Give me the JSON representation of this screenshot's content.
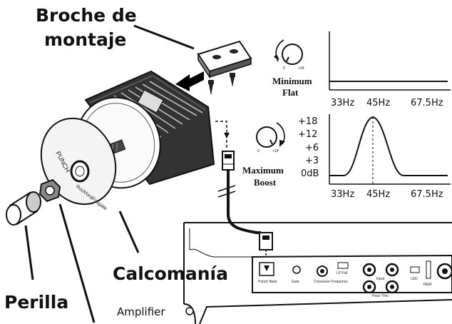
{
  "labels": {
    "bracket_line1": "Broche de",
    "bracket_line2": "montaje",
    "decal": "Calcomanía",
    "knob": "Perilla",
    "amplifier": "Amplifier"
  },
  "controls": {
    "minimum_line1": "Minimum",
    "minimum_line2": "Flat",
    "maximum_line1": "Maximum",
    "maximum_line2": "Boost"
  },
  "dial_ticks": {
    "zero": "0",
    "max": "+18"
  },
  "flat_graph": {
    "x_ticks": [
      "33Hz",
      "45Hz",
      "67.5Hz"
    ]
  },
  "boost_graph": {
    "y_ticks": [
      "+18",
      "+12",
      "+6",
      "+3",
      "0dB"
    ],
    "x_ticks": [
      "33Hz",
      "45Hz",
      "67.5Hz"
    ]
  },
  "amp_panel": {
    "punch_bass": "Punch Bass",
    "gain": "Gain",
    "crossover": "Crossover Frequency",
    "lpf_hpf": "LP  Full",
    "input": "Input",
    "pass_thru": "Pass-Thru",
    "led": "LED",
    "rem": "REM"
  },
  "colors": {
    "line": "#111111",
    "accent": "#000000"
  }
}
